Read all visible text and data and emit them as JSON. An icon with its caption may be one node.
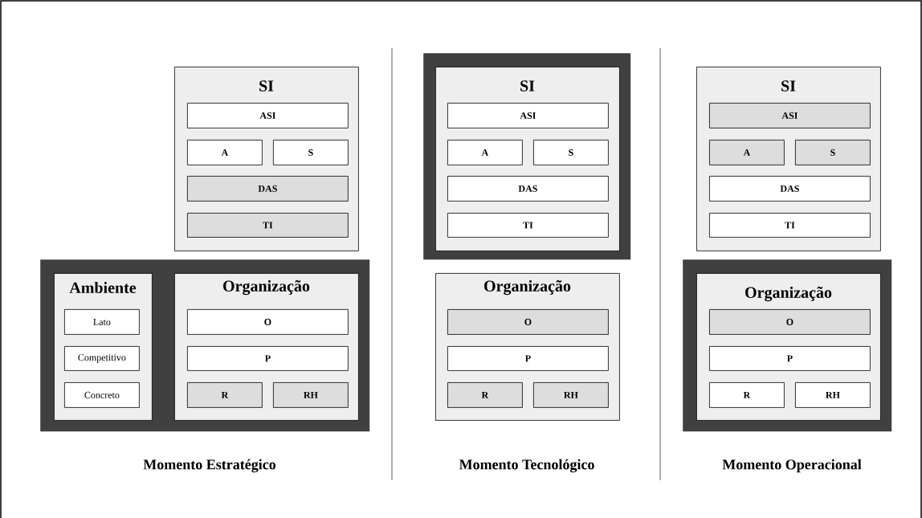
{
  "diagram": {
    "nodes": [
      {
        "text": [
          "SI"
        ]
      },
      {
        "text": [
          "ASI"
        ],
        "in": 0
      },
      {
        "text": [
          "A"
        ],
        "in": 0
      },
      {
        "text": [
          "S"
        ],
        "in": 0
      },
      {
        "text": [
          "DAS"
        ],
        "in": 0
      },
      {
        "text": [
          "TI"
        ],
        "in": 0
      },
      {
        "text": [],
        "shape": "box"
      },
      {
        "text": [
          "Ambiente"
        ],
        "in": 6
      },
      {
        "text": [
          "Lato"
        ],
        "in": 7
      },
      {
        "text": [
          "Competitivo"
        ],
        "in": 7
      },
      {
        "text": [
          "Concreto"
        ],
        "in": 7
      },
      {
        "text": [
          "Organização"
        ],
        "in": 6
      },
      {
        "text": [
          "O"
        ],
        "in": 11
      },
      {
        "text": [
          "P"
        ],
        "in": 11
      },
      {
        "text": [
          "R"
        ],
        "in": 11
      },
      {
        "text": [
          "RH"
        ],
        "in": 11
      },
      {
        "text": [],
        "shape": "box"
      },
      {
        "text": [
          "SI"
        ],
        "in": 16
      },
      {
        "text": [
          "ASI"
        ],
        "in": 17
      },
      {
        "text": [
          "A"
        ],
        "in": 17
      },
      {
        "text": [
          "S"
        ],
        "in": 17
      },
      {
        "text": [
          "DAS"
        ],
        "in": 17
      },
      {
        "text": [
          "TI"
        ],
        "in": 17
      },
      {
        "text": [
          "Organização"
        ]
      },
      {
        "text": [
          "O"
        ],
        "in": 23
      },
      {
        "text": [
          "P"
        ],
        "in": 23
      },
      {
        "text": [
          "R"
        ],
        "in": 23
      },
      {
        "text": [
          "RH"
        ],
        "in": 23
      },
      {
        "text": [
          "SI"
        ]
      },
      {
        "text": [
          "ASI"
        ],
        "in": 28
      },
      {
        "text": [
          "A"
        ],
        "in": 28
      },
      {
        "text": [
          "S"
        ],
        "in": 28
      },
      {
        "text": [
          "DAS"
        ],
        "in": 28
      },
      {
        "text": [
          "TI"
        ],
        "in": 28
      },
      {
        "text": [],
        "shape": "box"
      },
      {
        "text": [
          "Organização"
        ],
        "in": 34
      },
      {
        "text": [
          "O"
        ],
        "in": 35
      },
      {
        "text": [
          "P"
        ],
        "in": 35
      },
      {
        "text": [
          "R"
        ],
        "in": 35
      },
      {
        "text": [
          "RH"
        ],
        "in": 35
      }
    ],
    "labels": [
      "Momento Estratégico",
      "Momento Tecnológico",
      "Momento Operacional"
    ]
  }
}
